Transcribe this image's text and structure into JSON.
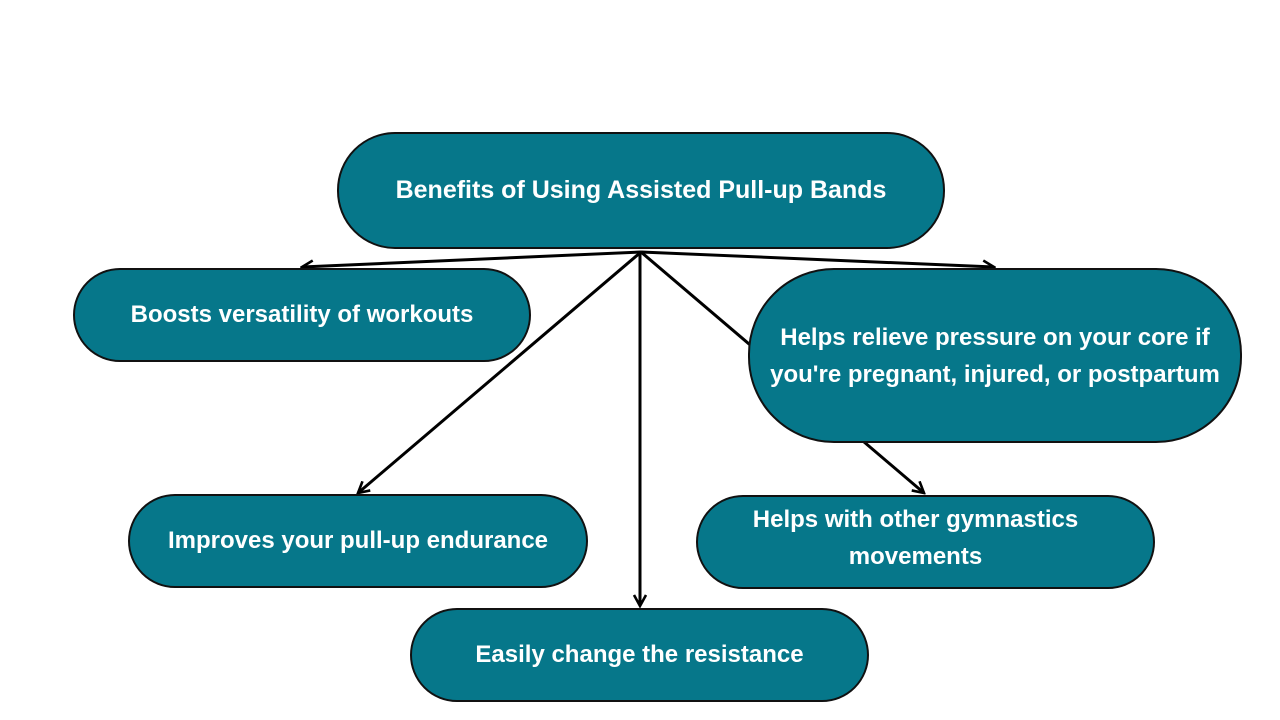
{
  "diagram": {
    "root": {
      "label": "Benefits of Using Assisted Pull-up Bands"
    },
    "benefits": [
      {
        "id": "versatility",
        "label": "Boosts versatility of workouts"
      },
      {
        "id": "core",
        "label": "Helps relieve pressure on your core if you're pregnant, injured, or postpartum"
      },
      {
        "id": "endurance",
        "label": "Improves your pull-up endurance"
      },
      {
        "id": "gymnastics",
        "label": "Helps with other gymnastics movements"
      },
      {
        "id": "resistance",
        "label": "Easily change the resistance"
      }
    ]
  },
  "colors": {
    "node_fill": "#06778a",
    "node_border": "#111111",
    "arrow": "#000000",
    "text": "#ffffff"
  }
}
